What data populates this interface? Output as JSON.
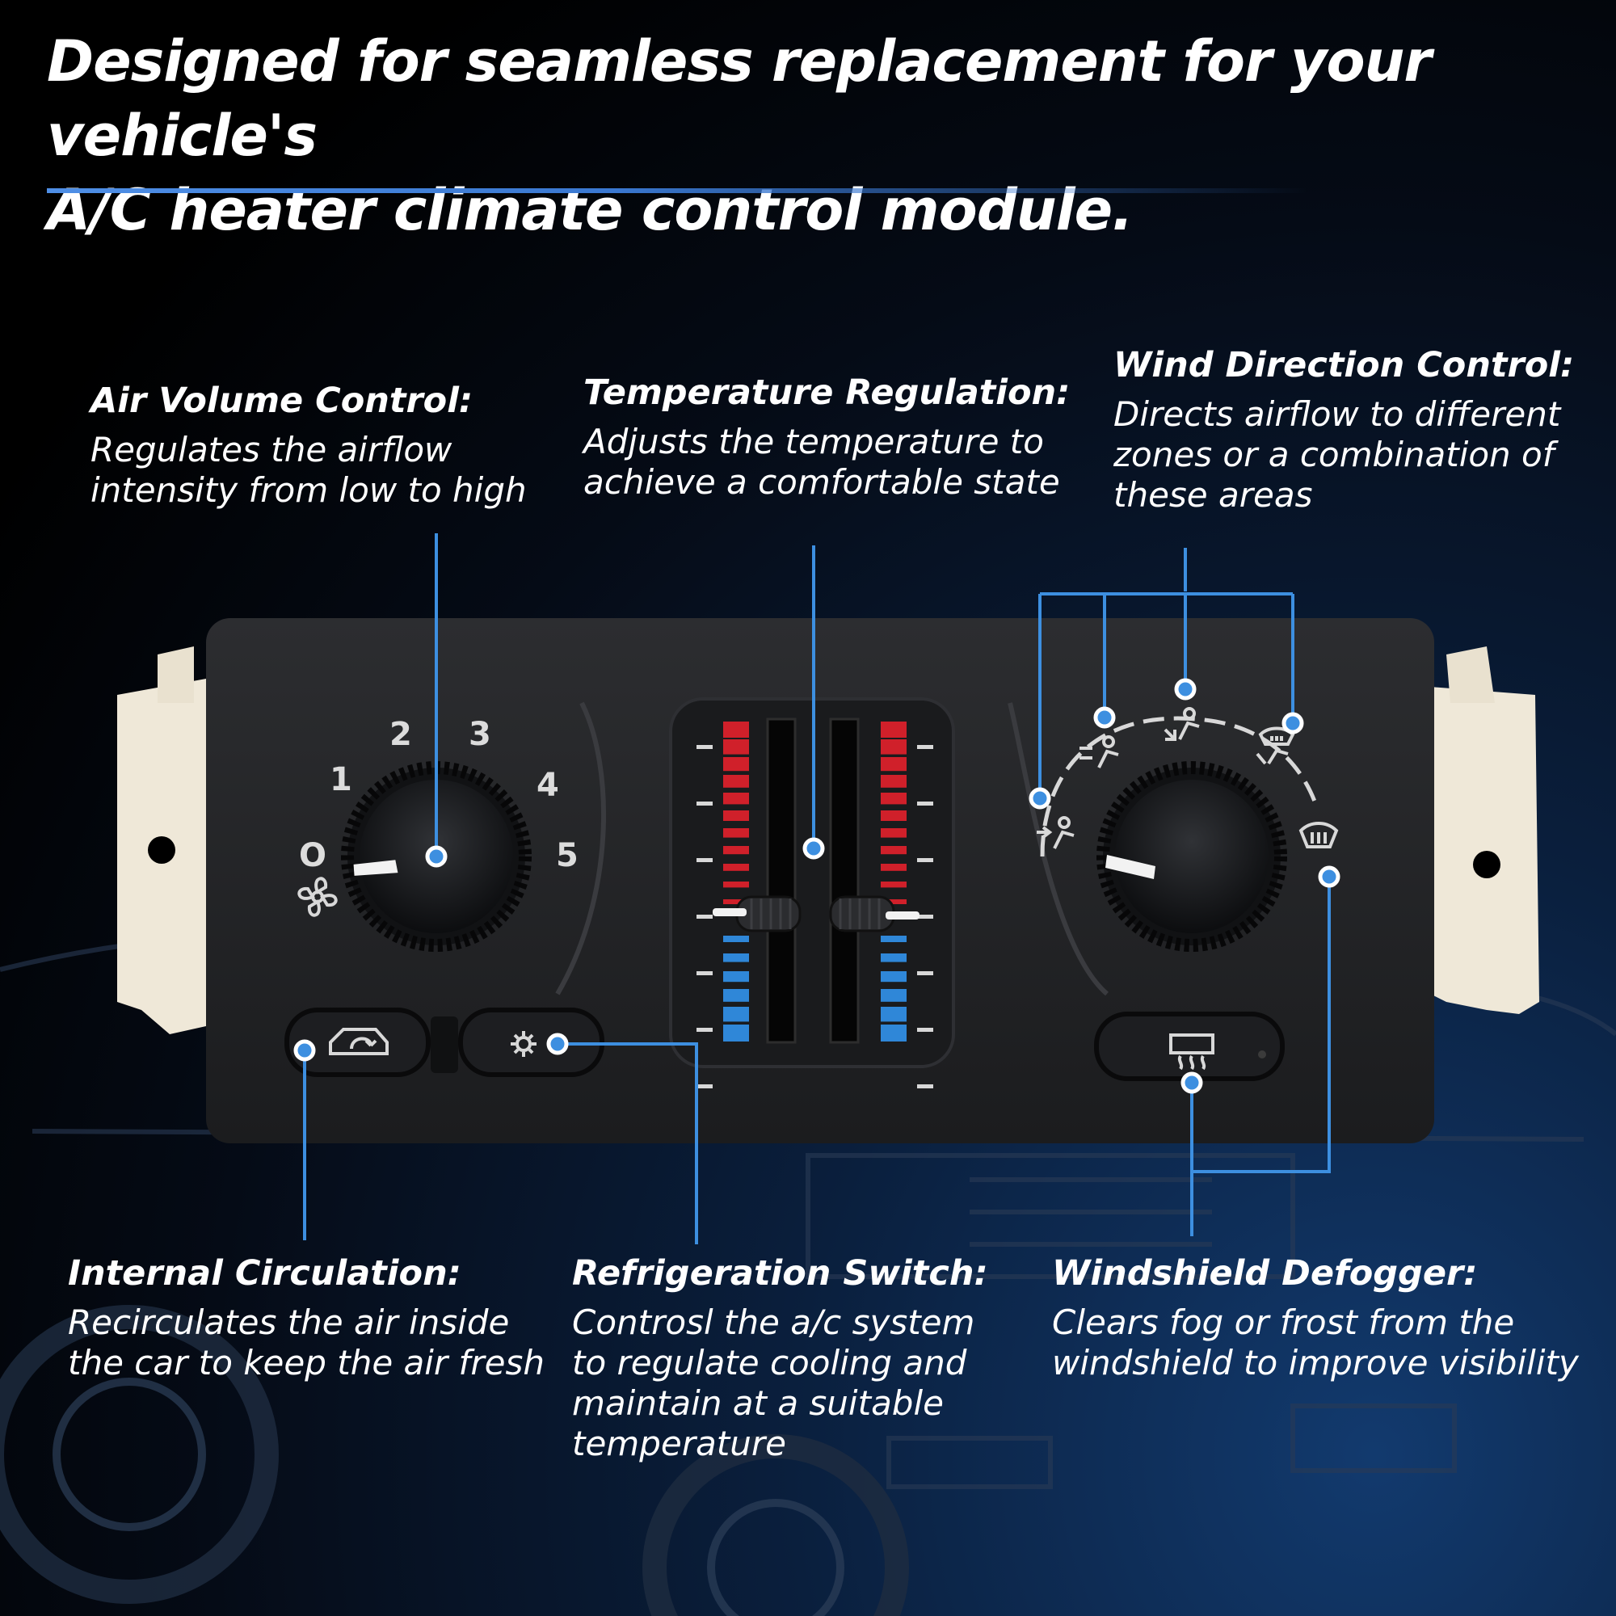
{
  "headline": {
    "line1": "Designed for seamless replacement for your vehicle's",
    "line2": "A/C heater climate control module."
  },
  "callouts": {
    "air_volume": {
      "title": "Air Volume Control:",
      "line1": "Regulates the airflow",
      "line2": "intensity from low to high"
    },
    "temperature": {
      "title": "Temperature Regulation:",
      "line1": "Adjusts the temperature to",
      "line2": "achieve a comfortable state"
    },
    "wind_direction": {
      "title": "Wind Direction Control:",
      "line1": "Directs airflow to different",
      "line2": "zones or a combination of",
      "line3": "these areas"
    },
    "internal_circulation": {
      "title": "Internal Circulation:",
      "line1": "Recirculates the air inside",
      "line2": "the car to keep the air fresh"
    },
    "refrigeration": {
      "title": "Refrigeration Switch:",
      "line1": "Controsl the a/c system",
      "line2": "to regulate cooling and",
      "line3": "maintain at a suitable",
      "line4": "temperature"
    },
    "defogger": {
      "title": "Windshield Defogger:",
      "line1": "Clears fog or frost from the",
      "line2": "windshield to improve visibility"
    }
  },
  "fan_knob": {
    "labels": [
      "O",
      "1",
      "2",
      "3",
      "4",
      "5"
    ]
  },
  "colors": {
    "accent": "#3d8fe0",
    "hot": "#d0202a",
    "cold": "#2f87d8",
    "panel": "#232427"
  },
  "icons": [
    "fan-icon",
    "recirculation-icon",
    "ac-snowflake-icon",
    "vent-icon",
    "bilevel-icon",
    "floor-icon",
    "floor-defrost-icon",
    "defrost-icon",
    "rear-defrost-icon"
  ]
}
